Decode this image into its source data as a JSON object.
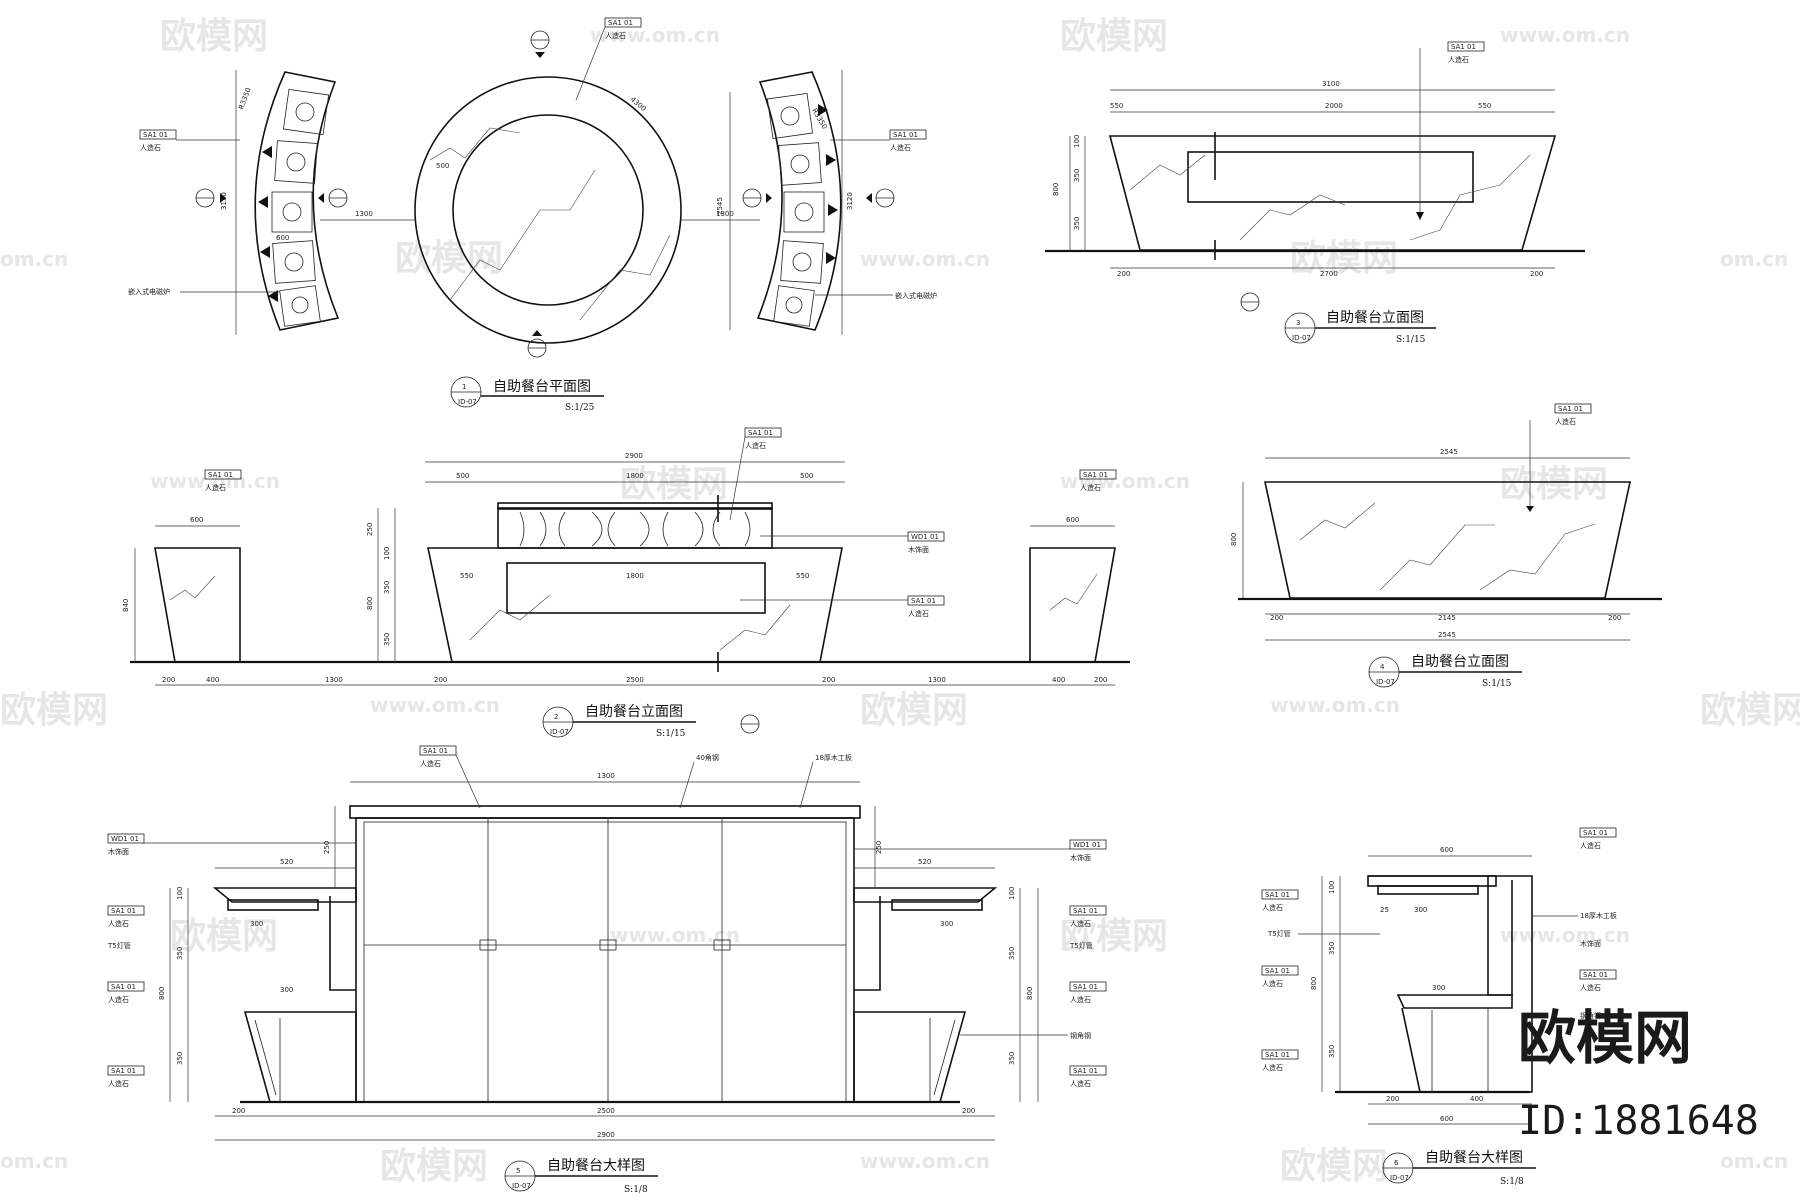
{
  "drawings": {
    "d1": {
      "num": "1",
      "ref": "ID-07",
      "title": "自助餐台平面图",
      "scale": "S:1/25"
    },
    "d2": {
      "num": "2",
      "ref": "ID-07",
      "title": "自助餐台立面图",
      "scale": "S:1/15"
    },
    "d3": {
      "num": "3",
      "ref": "ID-07",
      "title": "自助餐台立面图",
      "scale": "S:1/15"
    },
    "d4": {
      "num": "4",
      "ref": "ID-07",
      "title": "自助餐台立面图",
      "scale": "S:1/15"
    },
    "d5": {
      "num": "5",
      "ref": "ID-07",
      "title": "自助餐台大样图",
      "scale": "S:1/8"
    },
    "d6": {
      "num": "6",
      "ref": "ID-07",
      "title": "自助餐台大样图",
      "scale": "S:1/8"
    }
  },
  "materials": {
    "sa_code": "SA1 01",
    "sa_name": "人造石",
    "wd_code": "WD1 01",
    "wd_name": "木饰面",
    "induction": "嵌入式电磁炉",
    "steel": "40角钢",
    "plywood": "18厚木工板",
    "led": "T5灯管",
    "angle": "钢角钢"
  },
  "dims": {
    "d1": {
      "r3350": "R3350",
      "d3120": "3120",
      "d1300": "1300",
      "d2545": "2545",
      "d500": "500",
      "d600": "600",
      "d4300": "4300"
    },
    "d3": {
      "w3100": "3100",
      "w550a": "550",
      "w2000": "2000",
      "w550b": "550",
      "h100": "100",
      "h350a": "350",
      "h350b": "350",
      "h800": "800",
      "b200a": "200",
      "b2700": "2700",
      "b200b": "200"
    },
    "d2": {
      "t2900": "2900",
      "t500a": "500",
      "t1800": "1800",
      "t500b": "500",
      "s600a": "600",
      "s600b": "600",
      "h840": "840",
      "h100": "100",
      "h250": "250",
      "h800": "800",
      "h350a": "350",
      "h350b": "350",
      "i550a": "550",
      "i550b": "550",
      "i1800": "1800",
      "b200a": "200",
      "b400a": "400",
      "b1300a": "1300",
      "b200c": "200",
      "b2500": "2500",
      "b200d": "200",
      "b1300b": "1300",
      "b400b": "400",
      "b200b": "200"
    },
    "d4": {
      "t2545": "2545",
      "h800": "800",
      "b200a": "200",
      "b2145": "2145",
      "b200b": "200",
      "b2545": "2545"
    },
    "d5": {
      "top1300": "1300",
      "l520": "520",
      "r520": "520",
      "l300a": "300",
      "r300": "300",
      "l300b": "300",
      "h250a": "250",
      "h250b": "250",
      "h100a": "100",
      "h100b": "100",
      "h350a": "350",
      "h350b": "350",
      "h800a": "800",
      "h800b": "800",
      "h350c": "350",
      "h350d": "350",
      "b200a": "200",
      "b2500": "2500",
      "b200b": "200",
      "b2900": "2900"
    },
    "d6": {
      "w600": "600",
      "w300a": "300",
      "w300b": "300",
      "w25": "25",
      "h100": "100",
      "h350a": "350",
      "h800": "800",
      "h350b": "350",
      "b200": "200",
      "b400": "400",
      "b600": "600"
    }
  },
  "watermark": {
    "cn": "欧模网",
    "url": "www.om.cn",
    "url_short": "om.cn"
  },
  "brand": {
    "name": "欧模网",
    "id": "ID:1881648"
  }
}
